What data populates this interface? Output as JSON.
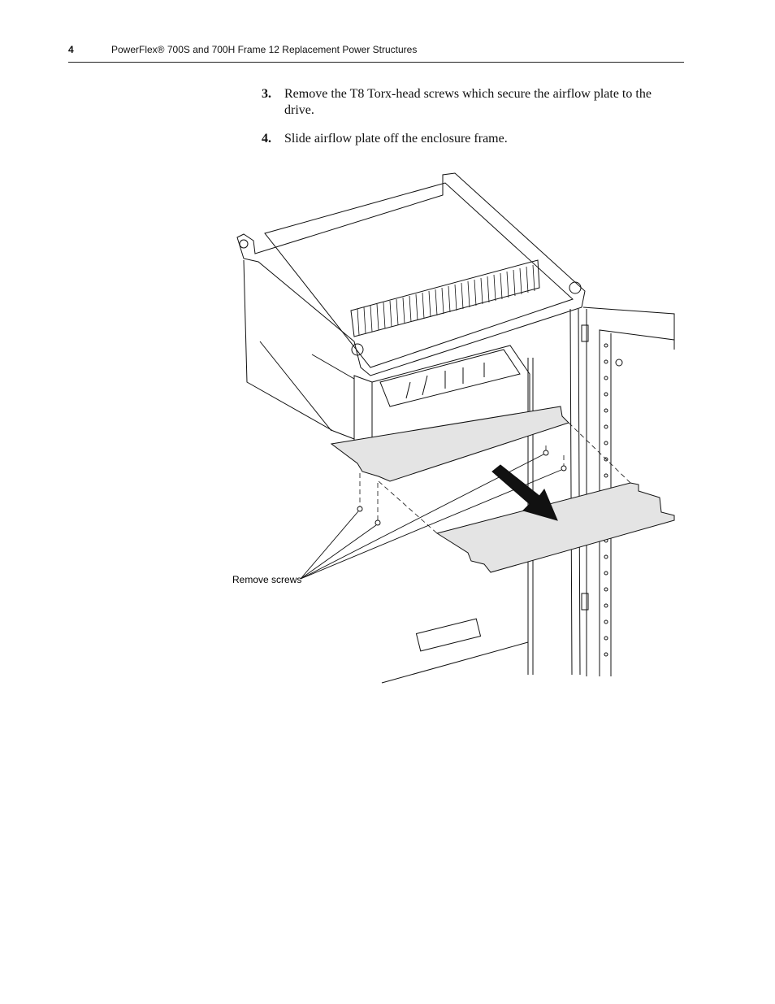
{
  "header": {
    "page_number": "4",
    "title": "PowerFlex® 700S and 700H Frame 12 Replacement Power Structures"
  },
  "steps": [
    {
      "number": "3.",
      "text": "Remove the T8 Torx-head screws which secure the airflow plate to the drive."
    },
    {
      "number": "4.",
      "text": "Slide airflow plate off the enclosure frame."
    }
  ],
  "figure": {
    "callout": "Remove screws"
  }
}
